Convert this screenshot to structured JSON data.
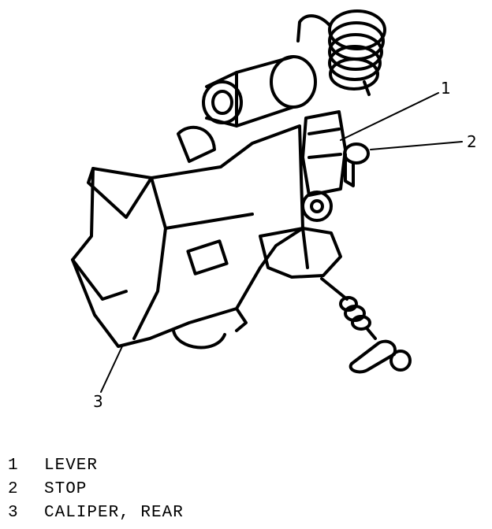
{
  "callouts": [
    {
      "number": "1"
    },
    {
      "number": "2"
    },
    {
      "number": "3"
    }
  ],
  "legend": [
    {
      "number": "1",
      "label": "LEVER"
    },
    {
      "number": "2",
      "label": "STOP"
    },
    {
      "number": "3",
      "label": "CALIPER, REAR"
    }
  ]
}
